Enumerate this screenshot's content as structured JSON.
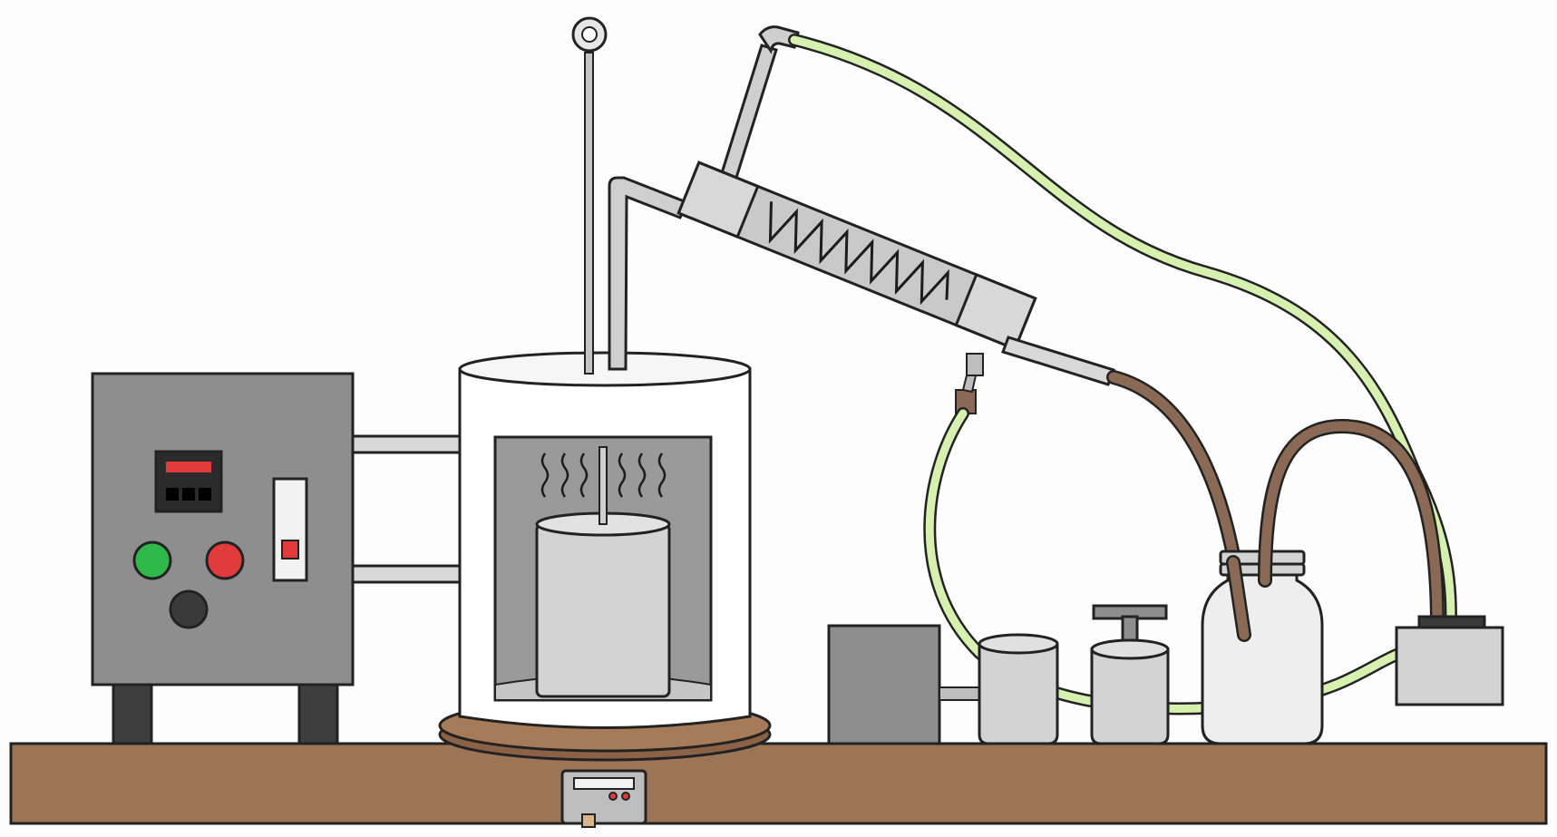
{
  "diagram": {
    "colors": {
      "bench": "#9b7556",
      "control_box": "#8e8e8e",
      "metal": "#c9c9c9",
      "green_tube": "#d6f0b0",
      "brown_tube": "#8a6a55",
      "turntable": "#9a6f4f",
      "led_green": "#2fb94a",
      "led_red": "#e23b3b",
      "knob": "#3a3a3a",
      "display_red": "#e23b3b"
    },
    "components": [
      {
        "id": "control-box",
        "icon": "control-panel-icon"
      },
      {
        "id": "heating-vessel",
        "icon": "heater-icon"
      },
      {
        "id": "stirrer-rod",
        "icon": "stirrer-icon"
      },
      {
        "id": "condenser",
        "icon": "condenser-coil-icon"
      },
      {
        "id": "cooling-tubes",
        "icon": "tube-icon"
      },
      {
        "id": "pump-motor",
        "icon": "motor-icon"
      },
      {
        "id": "small-cylinder",
        "icon": "cylinder-icon"
      },
      {
        "id": "pressure-vessel",
        "icon": "plunger-icon"
      },
      {
        "id": "collection-jar",
        "icon": "jar-icon"
      },
      {
        "id": "chiller-unit",
        "icon": "chiller-icon"
      },
      {
        "id": "bench-timer",
        "icon": "timer-icon"
      }
    ]
  }
}
